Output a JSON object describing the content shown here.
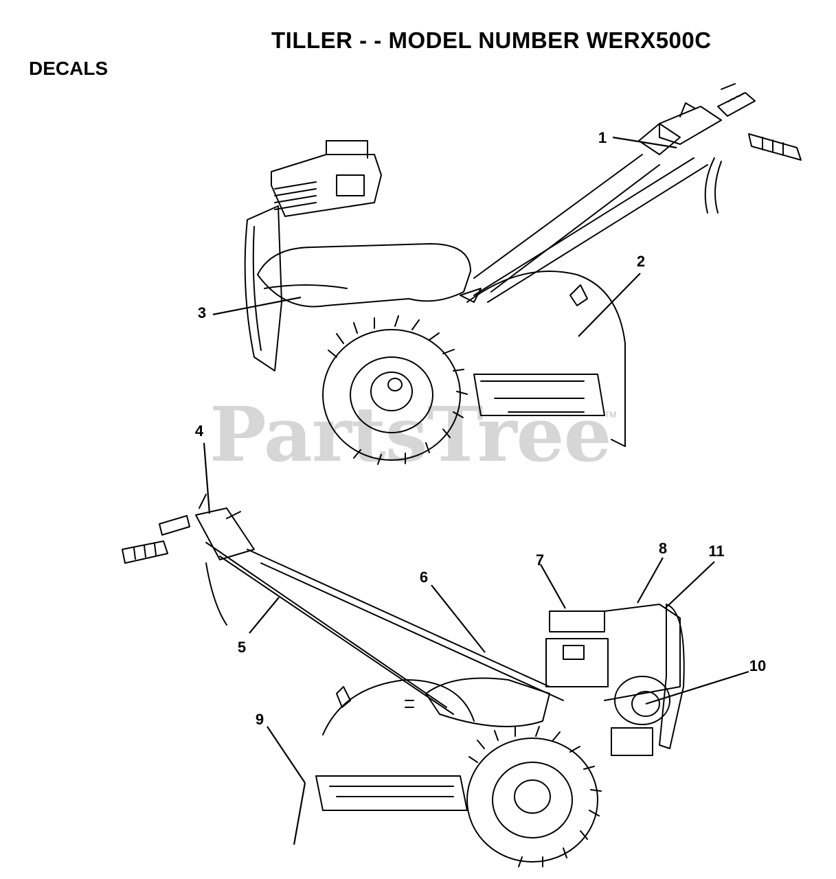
{
  "header": {
    "title": "TILLER - - MODEL NUMBER WERX500C",
    "section": "DECALS"
  },
  "watermark": {
    "text": "PartsTree",
    "tm": "TM"
  },
  "callouts": [
    {
      "id": 1,
      "label": "1"
    },
    {
      "id": 2,
      "label": "2"
    },
    {
      "id": 3,
      "label": "3"
    },
    {
      "id": 4,
      "label": "4"
    },
    {
      "id": 5,
      "label": "5"
    },
    {
      "id": 6,
      "label": "6"
    },
    {
      "id": 7,
      "label": "7"
    },
    {
      "id": 8,
      "label": "8"
    },
    {
      "id": 9,
      "label": "9"
    },
    {
      "id": 10,
      "label": "10"
    },
    {
      "id": 11,
      "label": "11"
    }
  ],
  "views": [
    {
      "name": "tiller-view-top"
    },
    {
      "name": "tiller-view-bottom"
    }
  ]
}
